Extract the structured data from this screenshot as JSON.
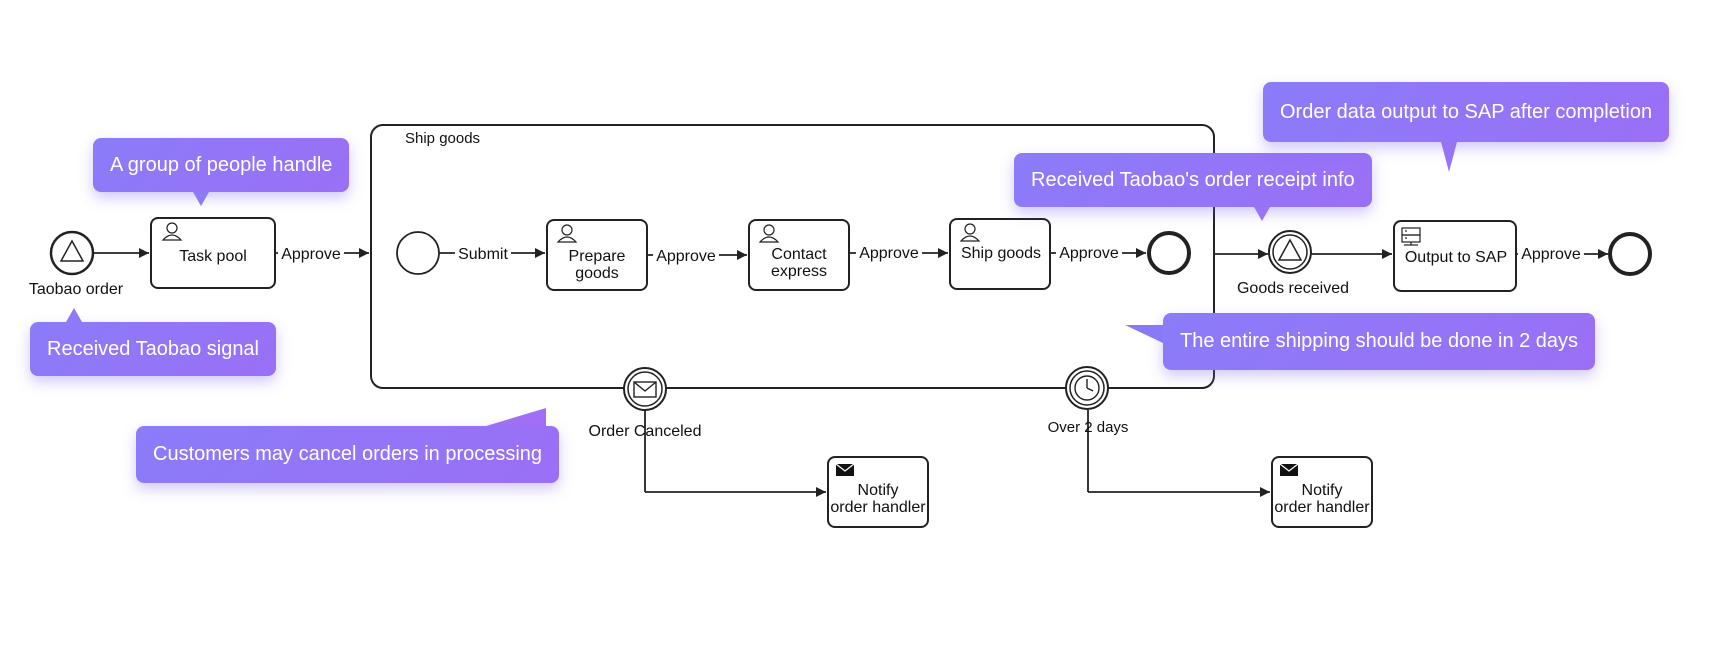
{
  "diagram": {
    "start_event_label": "Taobao order",
    "task_pool": "Task pool",
    "subprocess_title": "Ship goods",
    "flow_labels": {
      "approve": "Approve",
      "submit": "Submit"
    },
    "sub_tasks": {
      "prepare_line1": "Prepare",
      "prepare_line2": "goods",
      "contact_line1": "Contact",
      "contact_line2": "express",
      "ship": "Ship goods"
    },
    "goods_received_label": "Goods received",
    "output_sap": "Output to SAP",
    "order_canceled_label": "Order Canceled",
    "over_2_days_label": "Over 2 days",
    "notify_line1": "Notify",
    "notify_line2": "order handler"
  },
  "callouts": {
    "group": "A group of people handle",
    "taobao_signal": "Received Taobao signal",
    "receipt_info": "Received Taobao's order receipt info",
    "sap_output": "Order data output to SAP after completion",
    "two_days": "The entire shipping should be done in 2 days",
    "cancel": "Customers may cancel orders in processing"
  },
  "colors": {
    "callout_bg": "#8e7af7",
    "stroke": "#222222"
  }
}
